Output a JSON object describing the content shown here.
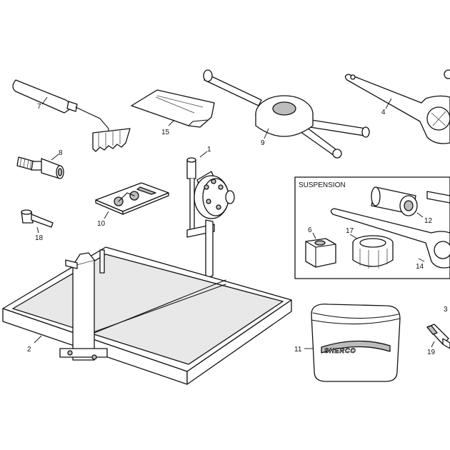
{
  "diagram": {
    "inset_title": "SUSPENSION",
    "brand_text": "SHERCO",
    "callouts": {
      "p1": "1",
      "p2": "2",
      "p3": "3",
      "p4": "4",
      "p6": "6",
      "p7": "7",
      "p8": "8",
      "p9": "9",
      "p10": "10",
      "p11": "11",
      "p12": "12",
      "p14": "14",
      "p15": "15",
      "p17": "17",
      "p18": "18",
      "p19": "19"
    }
  }
}
